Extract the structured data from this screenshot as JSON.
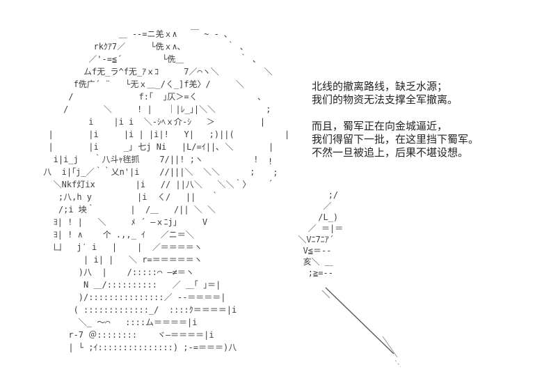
{
  "scene": {
    "background_color": "#ffffff",
    "ink_color": "#3d3d3d",
    "description": "ascii-art-character-with-dialogue"
  },
  "dialogue": {
    "lines": [
      "北线的撤离路线，缺乏水源；",
      "我们的物资无法支撑全军撤离。",
      "",
      "而且，蜀军正在向金城逼近，",
      "我们得留下一批，在这里挡下蜀军。",
      "不然一旦被追上，后果不堪设想。"
    ]
  },
  "ascii_art": {
    "main_lines": [
      "                ＿ -‐=ニ羌ｘ∧　 ￣ ~ ‐ ､",
      "           rkｸｱ7／     └侁ｘ∧､         ｀ ､",
      "          ／'-=≦´        └侁＿           ｀ ､",
      "         ムf无_ラ^f无_ｱｘｺ     7／⌒ヽ＼         ＼",
      "       f侁广´ ¨   └无ｘ＿_/ㄑ_]f羌〉/     ＼",
      "      /             f:｢  ｣仄＞=ㄑ            ､",
      "     /       ＼     ! |   ｜|ﾚ_｣|＼＼          ;",
      "          i    |i i  ＼-ｼﾍｘ介-ｼ   ＞         |",
      "  |       |i     |i | |i|!   Y|   ;)||(          |",
      "  |       |i     _｣ 七j Ni   |L/=ｲ||､ ＼       |",
      "   i|i_j   ｀八斗ｬ毪抓    7/||! ;ヽ          !",
      " 八  i|｢j_／｀｀乂n'|i    //|||＼  ＼＼      ;",
      "   ＼Nkf灯ix        |i   // ||八＼   ＼＼｀〉",
      "    ;八,h y         |i  ㄑ/   ||   ｀",
      "    /;i 坱｀       |  /＿   /|| ＼ ＼",
      "   ﾖ| ! |   ＼     ﾒ ´ ―ｘﾆj｣     V",
      "   ﾖ| ! ∧    个 .,,_ ｲ   ／ニ＝＼",
      "   凵   j′ i   |    |  ／＝＝＝＝ヽ",
      "         | i| |   ＼ r=＝＝＝＝＝ヽ",
      "        )八  |    /:::::⌒ ―≠＝ヽ",
      "         N ＿/::::::::::   ／ ＿｢ ｣＝|",
      "        )/:::::::::::::::／ --＝＝＝＝|",
      "       ( :::::::::::::_/  ::::ｸ＝＝＝＝|i",
      "        ＼_ ～⌒   ::::ム＝＝＝＝|i",
      "      r-7 ＠::::::::    ヾ―＝＝＝＝|i",
      "      | └ ;ｲ:::::::::::::::) ;-=＝＝＝)八"
    ],
    "side_lines": [
      "!",
      " ;",
      "´",
      "            ;/",
      "           ／",
      "          /L_)",
      "        ／ ＝|＝",
      "      ＼Vﾆ7ﾆｱ´",
      "       V≦＝--",
      "       亥＼ ＿",
      "        ;≧=--"
    ]
  }
}
